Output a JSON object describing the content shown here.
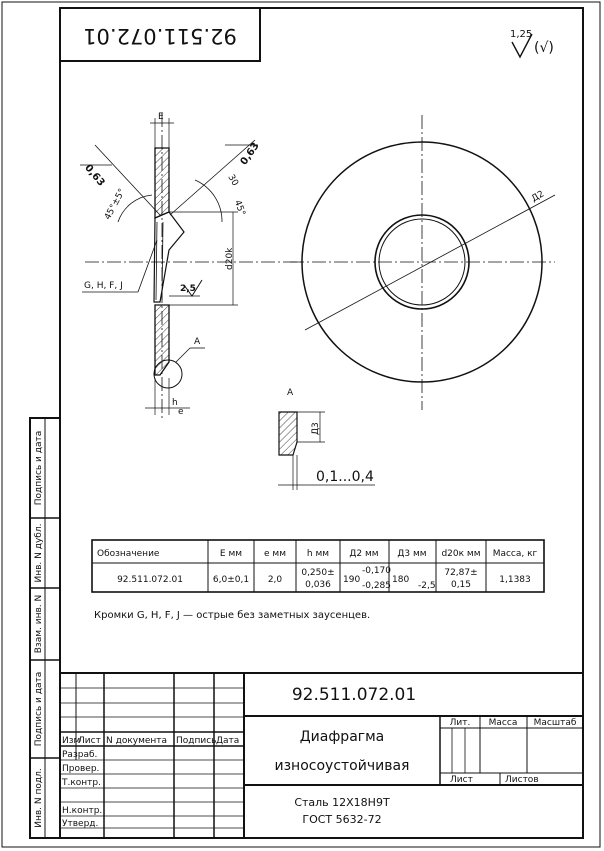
{
  "stamp_code_rotated": "92.511.072.01",
  "roughness": {
    "value": "1,25",
    "suffix": "(√)"
  },
  "drawing": {
    "labels": {
      "E": "E",
      "chamfer_left": "0,63",
      "chamfer_right": "0,63",
      "angle_left": "45°±5°",
      "angle_right_a": "30",
      "angle_right_b": "45°",
      "d20k": "d20k",
      "edges": "G, H, F, J",
      "rough_inner": "2,5",
      "detail_ref": "A",
      "h": "h",
      "e": "e",
      "d2": "Д2",
      "detail_title": "A",
      "d3": "Д3",
      "gap": "0,1...0,4"
    }
  },
  "param_table": {
    "headers": [
      "Обозначение",
      "E  мм",
      "e  мм",
      "h  мм",
      "Д2  мм",
      "Д3 мм",
      "d20к мм",
      "Масса, кг"
    ],
    "row": {
      "designation": "92.511.072.01",
      "E": "6,0±0,1",
      "e": "2,0",
      "h_top": "0,250±",
      "h_bottom": "0,036",
      "d2_main": "190",
      "d2_tol_top": "-0,170",
      "d2_tol_bottom": "-0,285",
      "d3_main": "180",
      "d3_tol": "-2,5",
      "d20k_top": "72,87±",
      "d20k_bottom": "0,15",
      "mass": "1,1383"
    }
  },
  "note": "Кромки G, H, F, J — острые  без заметных заусенцев.",
  "side_labels": [
    "Подпись и дата",
    "Инв. N дубл.",
    "Взам. инв. N",
    "Подпись и дата",
    "Инв. N подл."
  ],
  "title_block": {
    "code": "92.511.072.01",
    "name_line1": "Диафрагма",
    "name_line2": "износоустойчивая",
    "material_line1": "Сталь 12Х18Н9Т",
    "material_line2": "ГОСТ 5632-72",
    "col_headers": [
      "Изм",
      "Лист",
      "N документа",
      "Подпись",
      "Дата"
    ],
    "roles": [
      "Разраб.",
      "Провер.",
      "Т.контр.",
      "",
      "Н.контр.",
      "Утверд."
    ],
    "lit": "Лит.",
    "mass": "Масса",
    "scale": "Масштаб",
    "sheet": "Лист",
    "sheets": "Листов"
  }
}
